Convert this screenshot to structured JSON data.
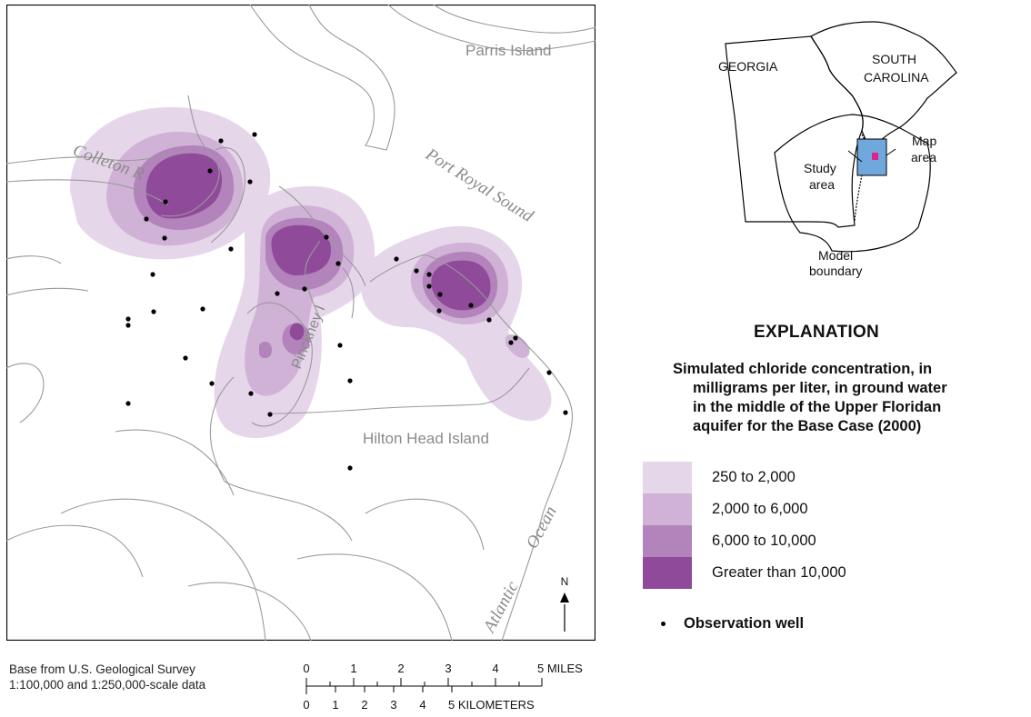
{
  "map": {
    "places": {
      "parris_island": "Parris Island",
      "port_royal_sound": "Port Royal Sound",
      "colleton_r": "Colleton R",
      "pinckney_i": "Pinckney I",
      "hilton_head_island": "Hilton Head Island",
      "atlantic": "Atlantic",
      "ocean": "Ocean"
    },
    "north_arrow": "N",
    "credit_line1": "Base from U.S. Geological Survey",
    "credit_line2": "1:100,000 and 1:250,000-scale data"
  },
  "scale_bar": {
    "miles_ticks": [
      "0",
      "1",
      "2",
      "3",
      "4",
      "5 MILES"
    ],
    "km_ticks": [
      "0",
      "1",
      "2",
      "3",
      "4",
      "5 KILOMETERS"
    ]
  },
  "inset": {
    "georgia": "GEORGIA",
    "south": "SOUTH",
    "carolina": "CAROLINA",
    "study": "Study",
    "study_area": "area",
    "map": "Map",
    "map_area": "area",
    "model": "Model",
    "boundary": "boundary"
  },
  "explanation": {
    "title": "EXPLANATION",
    "desc_line1": "Simulated chloride concentration, in",
    "desc_line2": "milligrams per liter, in ground water",
    "desc_line3": "in the middle of the Upper Floridan",
    "desc_line4": "aquifer for the Base Case (2000)",
    "classes": [
      {
        "label": "250 to 2,000",
        "color": "#e6d6ea"
      },
      {
        "label": "2,000 to 6,000",
        "color": "#cfb2d6"
      },
      {
        "label": "6,000 to 10,000",
        "color": "#b383bc"
      },
      {
        "label": "Greater than 10,000",
        "color": "#8f4a9a"
      }
    ],
    "well_label": "Observation well"
  },
  "colors": {
    "shoreline": "#9a9a9a",
    "inset_study_area": "#6fa8dc",
    "inset_map_area": "#e0218a"
  }
}
